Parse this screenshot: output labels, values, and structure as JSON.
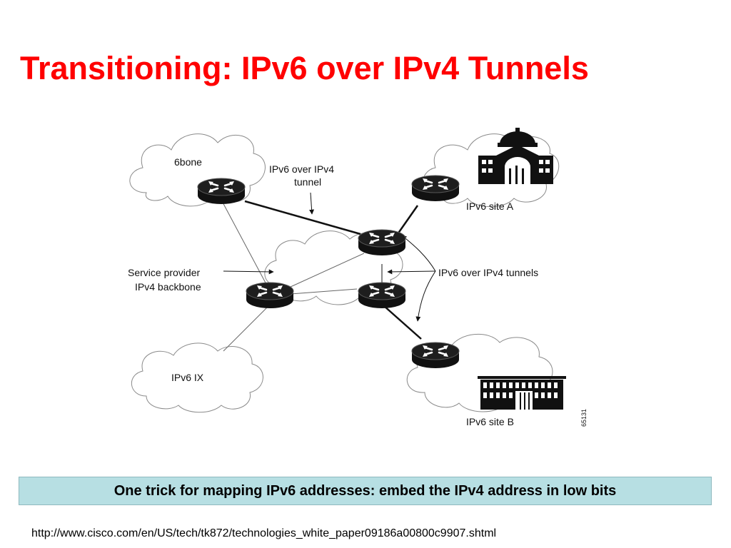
{
  "slide": {
    "title": "Transitioning: IPv6 over IPv4 Tunnels",
    "title_color": "#ff0000",
    "callout": "One trick for mapping IPv6 addresses: embed the IPv4 address in low bits",
    "callout_bg": "#b7dfe3",
    "source_url": "http://www.cisco.com/en/US/tech/tk872/technologies_white_paper09186a00800c9907.shtml"
  },
  "diagram": {
    "clouds": {
      "sixbone": "6bone",
      "site_a": "IPv6 site A",
      "site_b": "IPv6 site B",
      "ix": "IPv6 IX"
    },
    "labels": {
      "tunnel_line1": "IPv6 over IPv4",
      "tunnel_line2": "tunnel",
      "backbone_line1": "Service provider",
      "backbone_line2": "IPv4 backbone",
      "tunnels": "IPv6 over IPv4 tunnels",
      "figure_id": "65131"
    },
    "icons": [
      "router-icon",
      "capitol-building-icon",
      "office-building-icon"
    ]
  }
}
